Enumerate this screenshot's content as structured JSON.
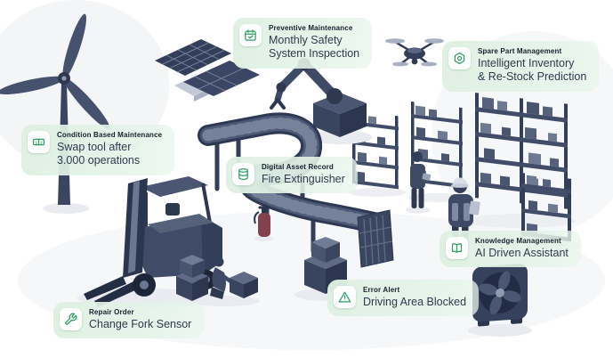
{
  "scene": {
    "background": "#ffffff",
    "illustration_primary": "#3d4963",
    "illustration_shadow": "#2b364e",
    "illustration_highlight": "#8f9ab0",
    "callout_background": "#dff0e3",
    "callout_icon_green": "#2f9e63",
    "title_color": "#15202e",
    "subtitle_color": "#2e3a4d"
  },
  "callouts": [
    {
      "id": "preventive-maintenance",
      "icon": "calendar-check-icon",
      "title": "Preventive Maintenance",
      "subtitle": "Monthly Safety\nSystem Inspection"
    },
    {
      "id": "spare-part-management",
      "icon": "hexagon-gear-icon",
      "title": "Spare Part Management",
      "subtitle": "Intelligent Inventory\n& Re-Stock Prediction"
    },
    {
      "id": "condition-based-maintenance",
      "icon": "tally-counter-icon",
      "title": "Condition Based Maintenance",
      "subtitle": "Swap tool after\n3.000 operations"
    },
    {
      "id": "digital-asset-record",
      "icon": "database-icon",
      "title": "Digital Asset Record",
      "subtitle": "Fire Extinguisher"
    },
    {
      "id": "knowledge-management",
      "icon": "book-icon",
      "title": "Knowledge Management",
      "subtitle": "AI Driven Assistant"
    },
    {
      "id": "error-alert",
      "icon": "warning-icon",
      "title": "Error Alert",
      "subtitle": "Driving Area Blocked"
    },
    {
      "id": "repair-order",
      "icon": "wrench-icon",
      "title": "Repair Order",
      "subtitle": "Change Fork Sensor"
    }
  ],
  "illustration_objects": [
    "wind-turbine",
    "solar-panels",
    "robotic-arm",
    "drone",
    "storage-racks",
    "conveyor-belt",
    "forklift",
    "cargo-boxes",
    "factory-workers",
    "fire-extinguisher",
    "industrial-fan"
  ]
}
